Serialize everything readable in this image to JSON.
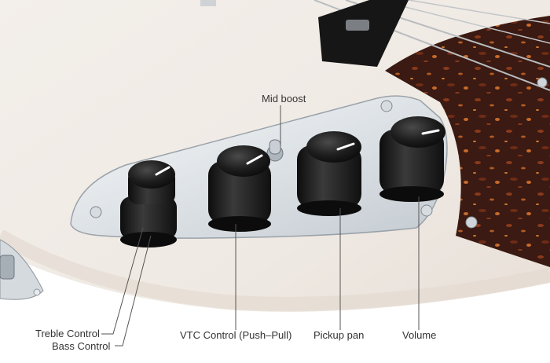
{
  "labels": {
    "mid_boost": "Mid boost",
    "treble_control": "Treble Control",
    "bass_control": "Bass Control",
    "vtc_control": "VTC Control (Push–Pull)",
    "pickup_pan": "Pickup pan",
    "volume": "Volume"
  },
  "colors": {
    "body_finish": "#f1ece6",
    "pickguard": "#3a1a12",
    "control_plate": "#e9edf0",
    "knob": "#1b1b1b",
    "label_text": "#333333"
  }
}
